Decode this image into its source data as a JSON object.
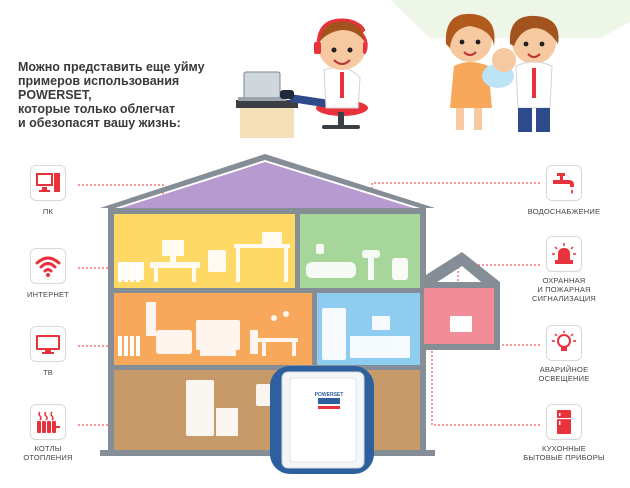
{
  "intro": {
    "lines": [
      "Можно представить еще уйму",
      "примеров использования",
      "POWERSET,",
      "которые только облегчат",
      "и обезопасят вашу жизнь:"
    ]
  },
  "left_items": [
    {
      "label_lines": [
        "ПК"
      ]
    },
    {
      "label_lines": [
        "ИНТЕРНЕТ"
      ]
    },
    {
      "label_lines": [
        "ТВ"
      ]
    },
    {
      "label_lines": [
        "КОТЛЫ",
        "ОТОПЛЕНИЯ"
      ]
    }
  ],
  "right_items": [
    {
      "label_lines": [
        "ВОДОСНАБЖЕНИЕ"
      ]
    },
    {
      "label_lines": [
        "ОХРАННАЯ",
        "И ПОЖАРНАЯ",
        "СИГНАЛИЗАЦИЯ"
      ]
    },
    {
      "label_lines": [
        "АВАРИЙНОЕ",
        "ОСВЕЩЕНИЕ"
      ]
    },
    {
      "label_lines": [
        "КУХОННЫЕ",
        "БЫТОВЫЕ ПРИБОРЫ"
      ]
    }
  ],
  "device": {
    "brand": "POWERSET"
  },
  "colors": {
    "accent_red": "#e8323c",
    "roof": "#b79ad0",
    "room_yellow": "#ffd966",
    "room_green": "#a6d69a",
    "room_orange": "#f7a85a",
    "room_blue": "#8fcdf0",
    "room_pink": "#f28c96",
    "basement": "#c79a6a",
    "house_grey": "#858e96"
  }
}
